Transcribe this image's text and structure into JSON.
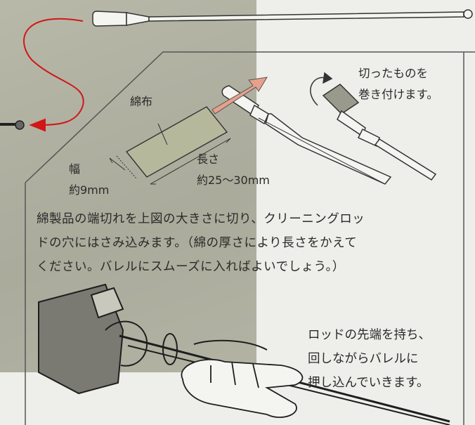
{
  "figure": {
    "cloth_label": "綿布",
    "width_label": "幅",
    "width_value": "約9mm",
    "length_label": "長さ",
    "length_value": "約25〜30mm",
    "wrap_caption": [
      "切ったものを",
      "巻き付けます。"
    ]
  },
  "body_text": [
    "綿製品の端切れを上図の大きさに切り、クリーニングロッ",
    "ドの穴にはさみ込みます。（綿の厚さにより長さをかえて",
    "ください。バレルにスムーズに入ればよいでしょう。）"
  ],
  "insert_caption": [
    "ロッドの先端を持ち、",
    "回しながらバレルに",
    "押し込んでいきます。"
  ],
  "colors": {
    "arrow_red": "#d01818",
    "arrow_pink": "#e8a08c",
    "cloth_fill": "#b6b89c"
  },
  "icons": [
    "cleaning-rod-icon",
    "hand-icon",
    "rifle-barrel-icon"
  ]
}
